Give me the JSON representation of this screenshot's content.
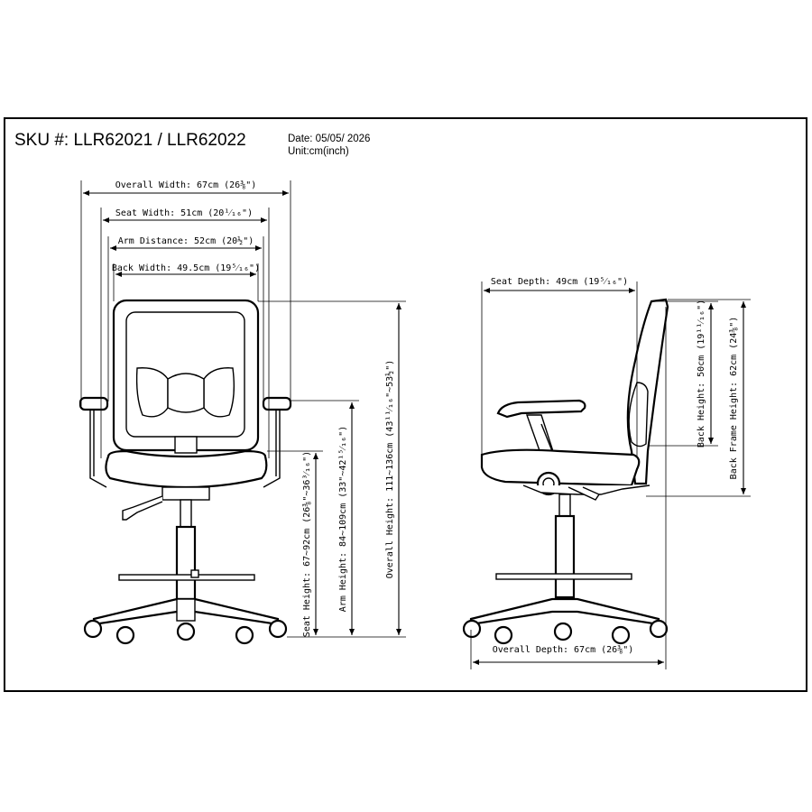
{
  "header": {
    "sku": "SKU #: LLR62021 / LLR62022",
    "date": "Date: 05/05/ 2026",
    "unit": "Unit:cm(inch)"
  },
  "front_view": {
    "overall_width": "Overall Width: 67cm (26⅜\")",
    "seat_width": "Seat Width: 51cm (20¹⁄₁₆\")",
    "arm_distance": "Arm Distance: 52cm (20½\")",
    "back_width": "Back Width: 49.5cm (19⁵⁄₁₆\")",
    "seat_height": "Seat Height: 67~92cm (26⅜\"~36³⁄₁₆\")",
    "arm_height": "Arm Height: 84~109cm (33\"~42¹⁵⁄₁₆\")",
    "overall_height": "Overall Height: 111~136cm (43¹¹⁄₁₆\"~53½\")"
  },
  "side_view": {
    "seat_depth": "Seat Depth: 49cm (19⁵⁄₁₆\")",
    "back_height": "Back Height: 50cm (19¹¹⁄₁₆\")",
    "back_frame_height": "Back Frame Height: 62cm (24⅜\")",
    "overall_depth": "Overall Depth: 67cm (26⅜\")"
  }
}
